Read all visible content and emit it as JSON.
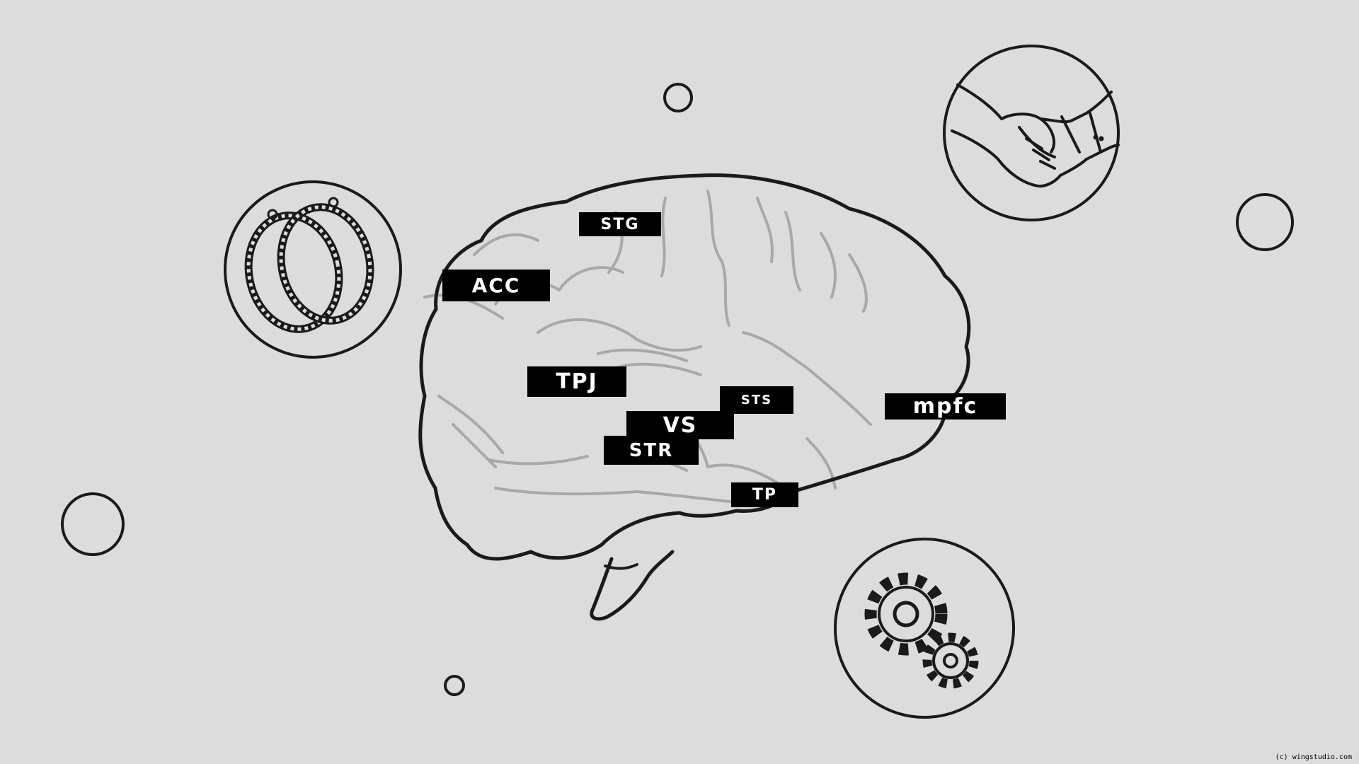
{
  "diagram": {
    "labels": {
      "stg": "STG",
      "acc": "ACC",
      "tpj": "TPJ",
      "sts": "STS",
      "vs": "VS",
      "str": "STR",
      "mpfc": "mpfc",
      "tp": "TP"
    },
    "icons": [
      "rings-icon",
      "handshake-icon",
      "gears-icon"
    ],
    "colors": {
      "background": "#dcdcdc",
      "outline": "#1a1a1a",
      "brain_folds": "#a8a8a8",
      "label_bg": "#000000",
      "label_text": "#ffffff"
    }
  },
  "footer": {
    "copyright": "(c) wingstudio.com"
  }
}
